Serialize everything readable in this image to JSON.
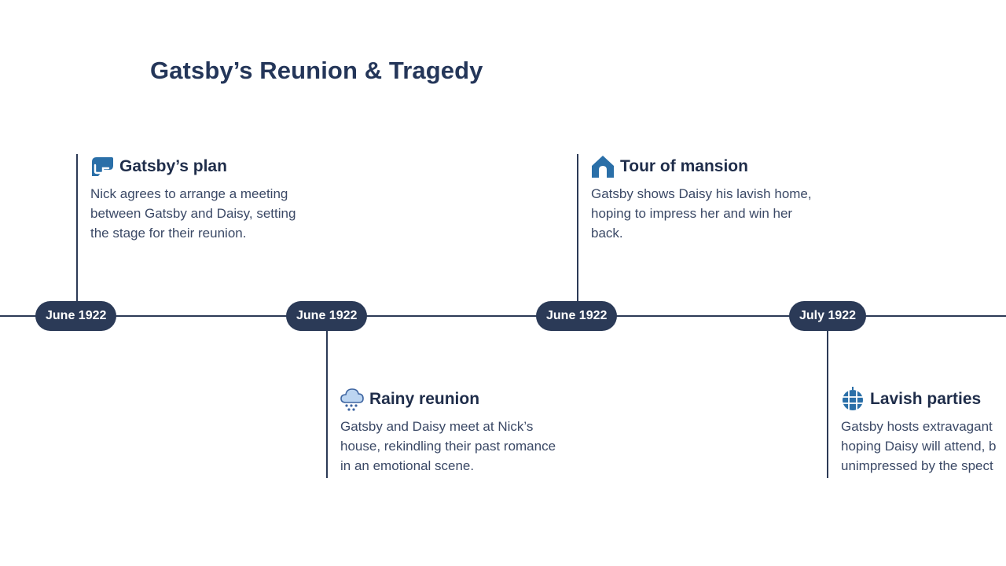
{
  "title": "Gatsby’s Reunion & Tragedy",
  "colors": {
    "timeline": "#2c3a56",
    "pill": "#2b3a57",
    "icon_blue": "#2a6fa8",
    "icon_light": "#7aa9dc",
    "title": "#243659"
  },
  "events": [
    {
      "date": "June 1922",
      "icon": "handshake-icon",
      "title": "Gatsby’s plan",
      "lines": [
        "Nick agrees to arrange a meeting",
        "between Gatsby and Daisy, setting",
        "the stage for their reunion."
      ]
    },
    {
      "date": "June 1922",
      "icon": "rain-cloud-icon",
      "title": "Rainy reunion",
      "lines": [
        "Gatsby and Daisy meet at Nick’s",
        "house, rekindling their past romance",
        "in an emotional scene."
      ]
    },
    {
      "date": "June 1922",
      "icon": "house-icon",
      "title": "Tour of mansion",
      "lines": [
        "Gatsby shows Daisy his lavish home,",
        "hoping to impress her and win her",
        "back."
      ]
    },
    {
      "date": "July 1922",
      "icon": "disco-ball-icon",
      "title": "Lavish parties",
      "lines": [
        "Gatsby hosts extravagant",
        "hoping Daisy will attend, b",
        "unimpressed by the spect"
      ]
    }
  ]
}
